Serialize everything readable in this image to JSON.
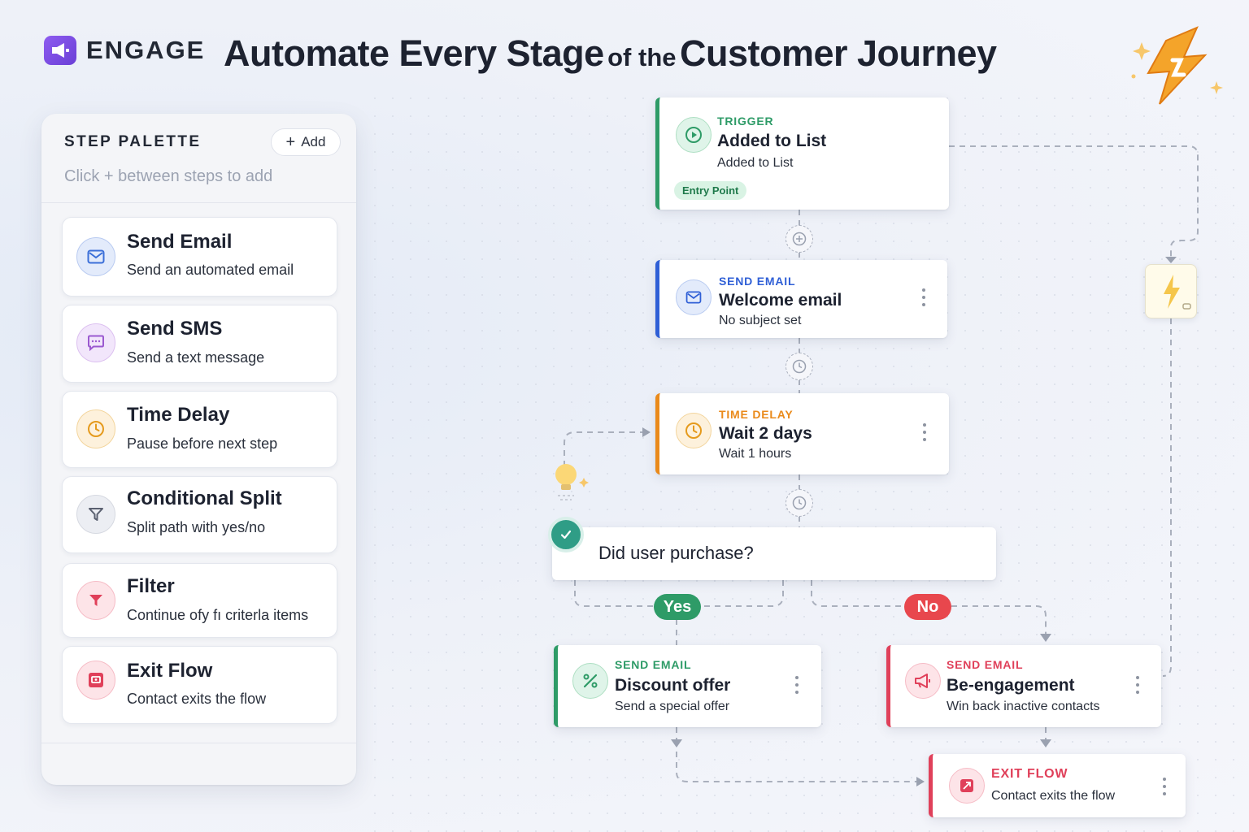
{
  "header": {
    "brand": "ENGAGE",
    "title_part1": "Automate Every Stage",
    "title_part2": "of the",
    "title_part3": "Customer Journey"
  },
  "palette": {
    "title": "STEP PALETTE",
    "add_label": "Add",
    "hint": "Click + between steps to add",
    "items": [
      {
        "title": "Send Email",
        "desc": "Send an automated email",
        "icon": "mail-icon",
        "color": "#3b6fd8"
      },
      {
        "title": "Send SMS",
        "desc": "Send a text message",
        "icon": "chat-icon",
        "color": "#9b59d0"
      },
      {
        "title": "Time Delay",
        "desc": "Pause before next step",
        "icon": "clock-icon",
        "color": "#e59a1c"
      },
      {
        "title": "Conditional Split",
        "desc": "Split path with yes/no",
        "icon": "split-icon",
        "color": "#5a6070"
      },
      {
        "title": "Filter",
        "desc": "Continue ofy fı criterla items",
        "icon": "filter-icon",
        "color": "#e0405a"
      },
      {
        "title": "Exit Flow",
        "desc": "Contact exits the flow",
        "icon": "exit-icon",
        "color": "#e0405a"
      }
    ]
  },
  "flow": {
    "trigger": {
      "kind": "TRIGGER",
      "title": "Added to List",
      "sub": "Added to List",
      "badge": "Entry Point",
      "color": "#2e9b67"
    },
    "welcome": {
      "kind": "SEND EMAIL",
      "title": "Welcome email",
      "sub": "No subject set",
      "color": "#2f5fd6"
    },
    "delay": {
      "kind": "TIME DELAY",
      "title": "Wait 2 days",
      "sub": "Wait 1 hours",
      "color": "#ea8a1a"
    },
    "decision": {
      "question": "Did user purchase?",
      "yes": "Yes",
      "no": "No"
    },
    "discount": {
      "kind": "SEND EMAIL",
      "title": "Discount offer",
      "sub": "Send a special offer",
      "color": "#2e9b67"
    },
    "reengage": {
      "kind": "SEND EMAIL",
      "title": "Be-engagement",
      "sub": "Win back inactive contacts",
      "color": "#e0405a"
    },
    "exit": {
      "kind": "EXIT FLOW",
      "sub": "Contact exits the flow",
      "color": "#e0405a"
    }
  },
  "colors": {
    "yes": "#2e9b67",
    "no": "#e8474d",
    "accent": "#6a3fd6"
  }
}
